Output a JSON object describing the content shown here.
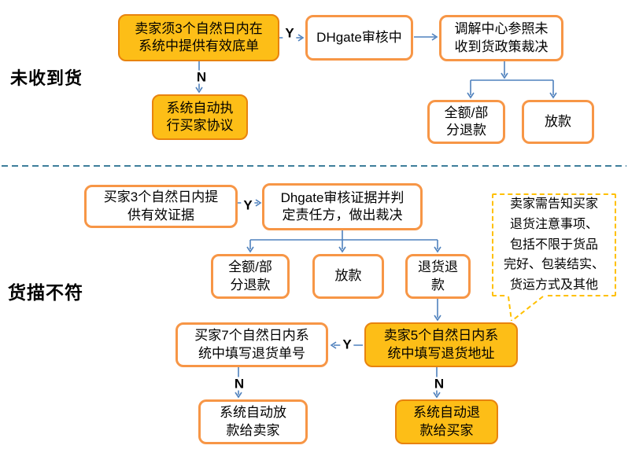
{
  "sections": {
    "not_received": "未收到货",
    "not_as_described": "货描不符"
  },
  "labels": {
    "yes": "Y",
    "no": "N"
  },
  "top": {
    "seller_submit": "卖家须3个自然日内在\n系统中提供有效底单",
    "dhgate_review": "DHgate审核中",
    "mediation": "调解中心参照未\n收到货政策裁决",
    "auto_execute": "系统自动执\n行买家协议",
    "refund": "全额/部\n分退款",
    "release": "放款"
  },
  "bottom": {
    "buyer_evidence": "买家3个自然日内提\n供有效证据",
    "dhgate_judge": "Dhgate审核证据并判\n定责任方，做出裁决",
    "refund": "全额/部\n分退款",
    "release": "放款",
    "return_refund": "退货退\n款",
    "callout_note": "卖家需告知买家\n退货注意事项、\n包括不限于货品\n完好、包装结实、\n货运方式及其他",
    "seller_address": "卖家5个自然日内系\n统中填写退货地址",
    "buyer_tracking": "买家7个自然日内系\n统中填写退货单号",
    "auto_release_seller": "系统自动放\n款给卖家",
    "auto_refund_buyer": "系统自动退\n款给买家"
  },
  "colors": {
    "orange_fill": "#FDBE17",
    "orange_border": "#E8830E",
    "white_box_border": "#F79646",
    "arrow": "#4F81BD",
    "divider": "#3E7E9B",
    "callout_border": "#FFC000",
    "text": "#000000"
  }
}
